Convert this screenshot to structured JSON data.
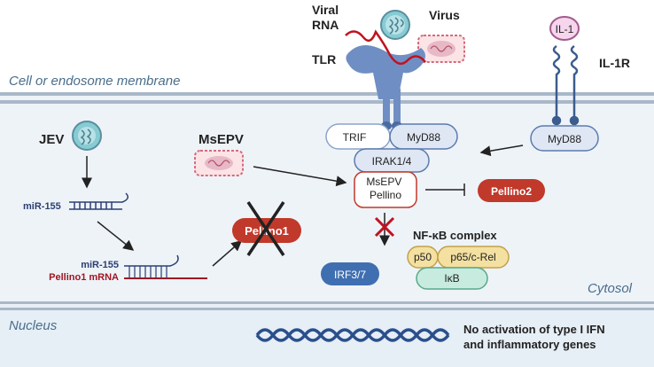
{
  "regions": {
    "membrane": "Cell or endosome membrane",
    "cytosol": "Cytosol",
    "nucleus": "Nucleus"
  },
  "receptors": {
    "viral_rna": "Viral\nRNA",
    "virus": "Virus",
    "tlr": "TLR",
    "il1": "IL-1",
    "il1r": "IL-1R"
  },
  "left": {
    "jev": "JEV",
    "mir155": "miR-155",
    "mir155_b": "miR-155",
    "pellino1_mrna": "Pellino1 mRNA",
    "pellino1": "Pellino1"
  },
  "center": {
    "msepv": "MsEPV",
    "trif": "TRIF",
    "myd88_center": "MyD88",
    "irak14": "IRAK1/4",
    "msepv_pellino": "MsEPV\nPellino",
    "pellino2": "Pellino2",
    "irf37": "IRF3/7"
  },
  "right": {
    "myd88_right": "MyD88",
    "nfkb_title": "NF-κB complex",
    "p50": "p50",
    "p65": "p65/c-Rel",
    "ikb": "IκB"
  },
  "nucleus": {
    "outcome": "No activation of type I IFN\nand inflammatory genes"
  },
  "colors": {
    "membrane": "#a9b8c8",
    "receptor": "#6f8fc4",
    "viral_rna": "#c1121f",
    "pellino_red": "#c0392b",
    "irf_blue": "#3f6fb0",
    "nfkb_yellow": "#f4e0a0",
    "ikb_green": "#c7ecdf",
    "dna": "#2b4f8c",
    "virus_teal": "#87cbd3"
  }
}
